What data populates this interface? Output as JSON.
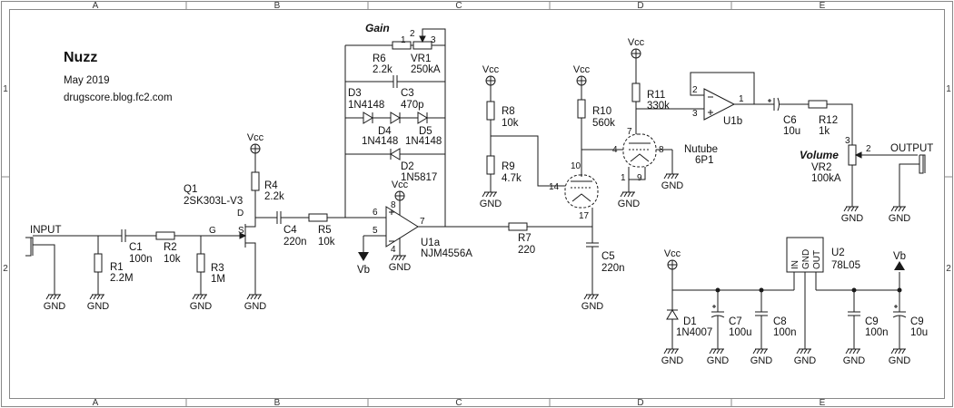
{
  "title": "Nuzz",
  "date": "May 2019",
  "site": "drugscore.blog.fc2.com",
  "frame": {
    "cols": [
      "A",
      "B",
      "C",
      "D",
      "E"
    ],
    "rows": [
      "1",
      "2"
    ]
  },
  "net": {
    "vcc": "Vcc",
    "gnd": "GND",
    "vb": "Vb",
    "input": "INPUT",
    "output": "OUTPUT"
  },
  "labels": {
    "gain": "Gain",
    "volume": "Volume",
    "nutube": "Nutube",
    "nutube_model": "6P1"
  },
  "parts": {
    "q1": {
      "ref": "Q1",
      "val": "2SK303L-V3"
    },
    "c1": {
      "ref": "C1",
      "val": "100n"
    },
    "r1": {
      "ref": "R1",
      "val": "2.2M"
    },
    "r2": {
      "ref": "R2",
      "val": "10k"
    },
    "r3": {
      "ref": "R3",
      "val": "1M"
    },
    "r4": {
      "ref": "R4",
      "val": "2.2k"
    },
    "c4": {
      "ref": "C4",
      "val": "220n"
    },
    "r5": {
      "ref": "R5",
      "val": "10k"
    },
    "r6": {
      "ref": "R6",
      "val": "2.2k"
    },
    "vr1": {
      "ref": "VR1",
      "val": "250kA"
    },
    "c3": {
      "ref": "C3",
      "val": "470p"
    },
    "d3": {
      "ref": "D3",
      "val": "1N4148"
    },
    "d4": {
      "ref": "D4",
      "val": "1N4148"
    },
    "d5": {
      "ref": "D5",
      "val": "1N4148"
    },
    "d2": {
      "ref": "D2",
      "val": "1N5817"
    },
    "u1a": {
      "ref": "U1a",
      "val": "NJM4556A"
    },
    "r7": {
      "ref": "R7",
      "val": "220"
    },
    "c5": {
      "ref": "C5",
      "val": "220n"
    },
    "r8": {
      "ref": "R8",
      "val": "10k"
    },
    "r9": {
      "ref": "R9",
      "val": "4.7k"
    },
    "r10": {
      "ref": "R10",
      "val": "560k"
    },
    "r11": {
      "ref": "R11",
      "val": "330k"
    },
    "u1b": {
      "ref": "U1b"
    },
    "c6": {
      "ref": "C6",
      "val": "10u"
    },
    "r12": {
      "ref": "R12",
      "val": "1k"
    },
    "vr2": {
      "ref": "VR2",
      "val": "100kA"
    },
    "u2": {
      "ref": "U2",
      "val": "78L05",
      "pins": [
        "IN",
        "GND",
        "OUT"
      ]
    },
    "d1": {
      "ref": "D1",
      "val": "1N4007"
    },
    "c7": {
      "ref": "C7",
      "val": "100u"
    },
    "c8": {
      "ref": "C8",
      "val": "100n"
    },
    "c9a": {
      "ref": "C9",
      "val": "100n"
    },
    "c9b": {
      "ref": "C9",
      "val": "10u"
    }
  },
  "pins": {
    "q1": [
      "D",
      "G",
      "S"
    ],
    "vr1": [
      "1",
      "2",
      "3"
    ],
    "u1a": [
      "6",
      "5",
      "7",
      "8",
      "4"
    ],
    "u1b": [
      "2",
      "3",
      "1"
    ],
    "tube": [
      "7",
      "8",
      "10",
      "14",
      "17",
      "1",
      "9"
    ],
    "vr2": [
      "3",
      "2"
    ]
  }
}
